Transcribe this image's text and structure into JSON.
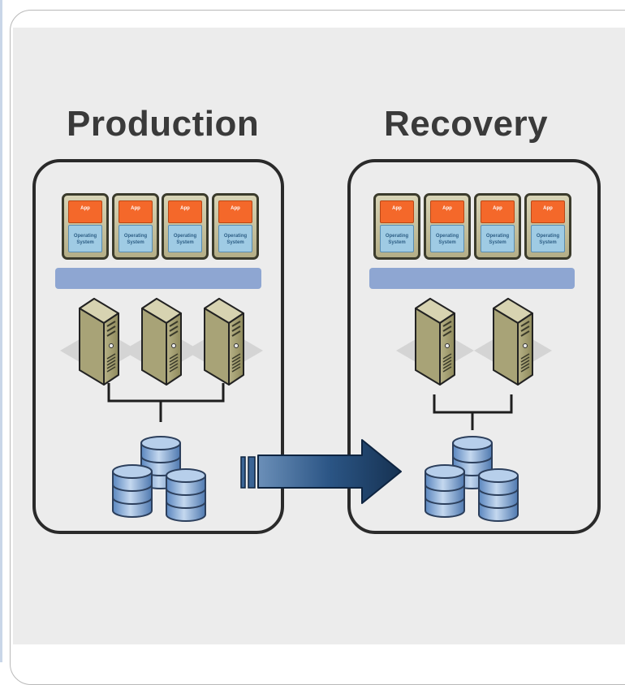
{
  "titles": {
    "production": "Production",
    "recovery": "Recovery"
  },
  "vm": {
    "app_label": "App",
    "os_label": "Operating System"
  },
  "sites": [
    {
      "name": "Production",
      "vm_count": 4,
      "server_count": 3,
      "database_count": 3
    },
    {
      "name": "Recovery",
      "vm_count": 4,
      "server_count": 2,
      "database_count": 3
    }
  ],
  "colors": {
    "app": "#f4682a",
    "os": "#9fcbe4",
    "hypervisor": "#8ea6d2",
    "server": "#9a9563",
    "database": "#7aa0cf",
    "arrow": "#1d3d63",
    "background": "#ececec"
  },
  "icons": [
    "server-icon",
    "database-icon",
    "replication-arrow-icon"
  ]
}
